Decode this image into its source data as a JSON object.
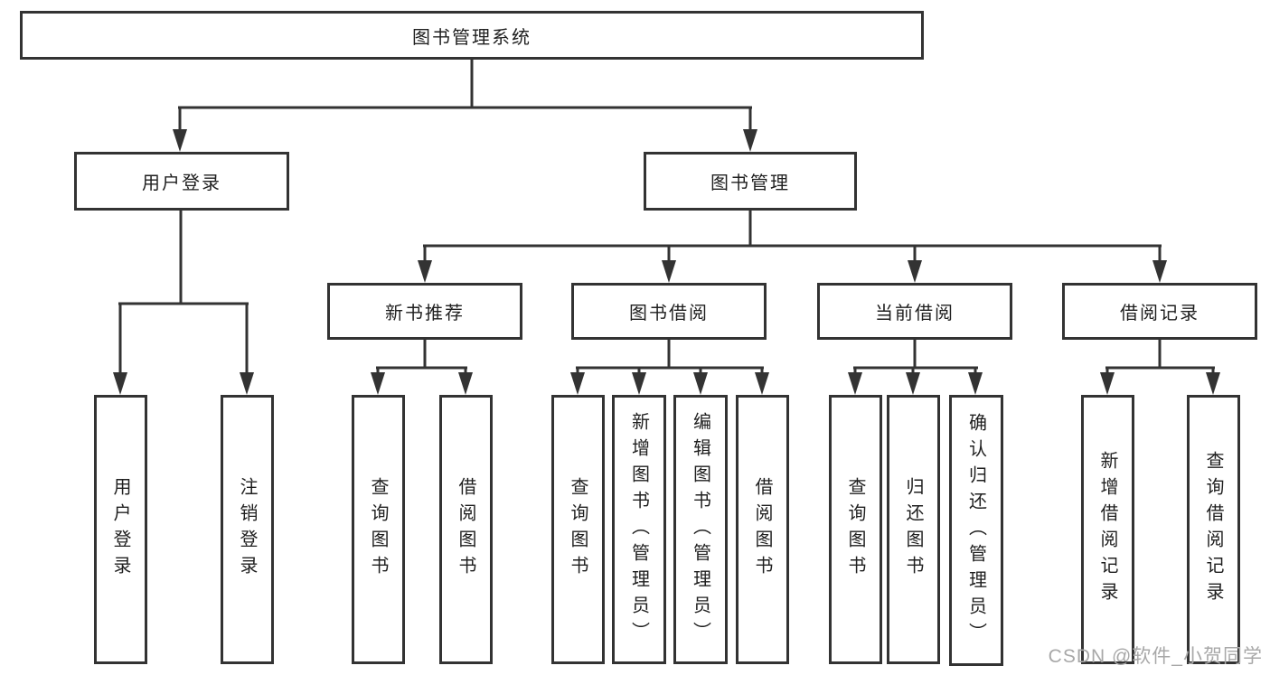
{
  "diagram": {
    "title_note": "library management system functional structure chart",
    "line_color": "#333333",
    "box_border_color": "#333333",
    "background_color": "#ffffff",
    "tree": {
      "root": {
        "label": "图书管理系统"
      },
      "level2": [
        {
          "label": "用户登录"
        },
        {
          "label": "图书管理"
        }
      ],
      "level3": [
        {
          "label": "新书推荐"
        },
        {
          "label": "图书借阅"
        },
        {
          "label": "当前借阅"
        },
        {
          "label": "借阅记录"
        }
      ],
      "leaves": [
        {
          "label": "用户登录",
          "parent": "用户登录"
        },
        {
          "label": "注销登录",
          "parent": "用户登录"
        },
        {
          "label": "查询图书",
          "parent": "新书推荐"
        },
        {
          "label": "借阅图书",
          "parent": "新书推荐"
        },
        {
          "label": "查询图书",
          "parent": "图书借阅"
        },
        {
          "label": "新增图书（管理员）",
          "parent": "图书借阅"
        },
        {
          "label": "编辑图书（管理员）",
          "parent": "图书借阅"
        },
        {
          "label": "借阅图书",
          "parent": "图书借阅"
        },
        {
          "label": "查询图书",
          "parent": "当前借阅"
        },
        {
          "label": "归还图书",
          "parent": "当前借阅"
        },
        {
          "label": "确认归还（管理员）",
          "parent": "当前借阅"
        },
        {
          "label": "新增借阅记录",
          "parent": "借阅记录"
        },
        {
          "label": "查询借阅记录",
          "parent": "借阅记录"
        }
      ]
    },
    "watermark": {
      "text": "CSDN @软件_小贺同学",
      "color": "#a8a8a8"
    }
  }
}
